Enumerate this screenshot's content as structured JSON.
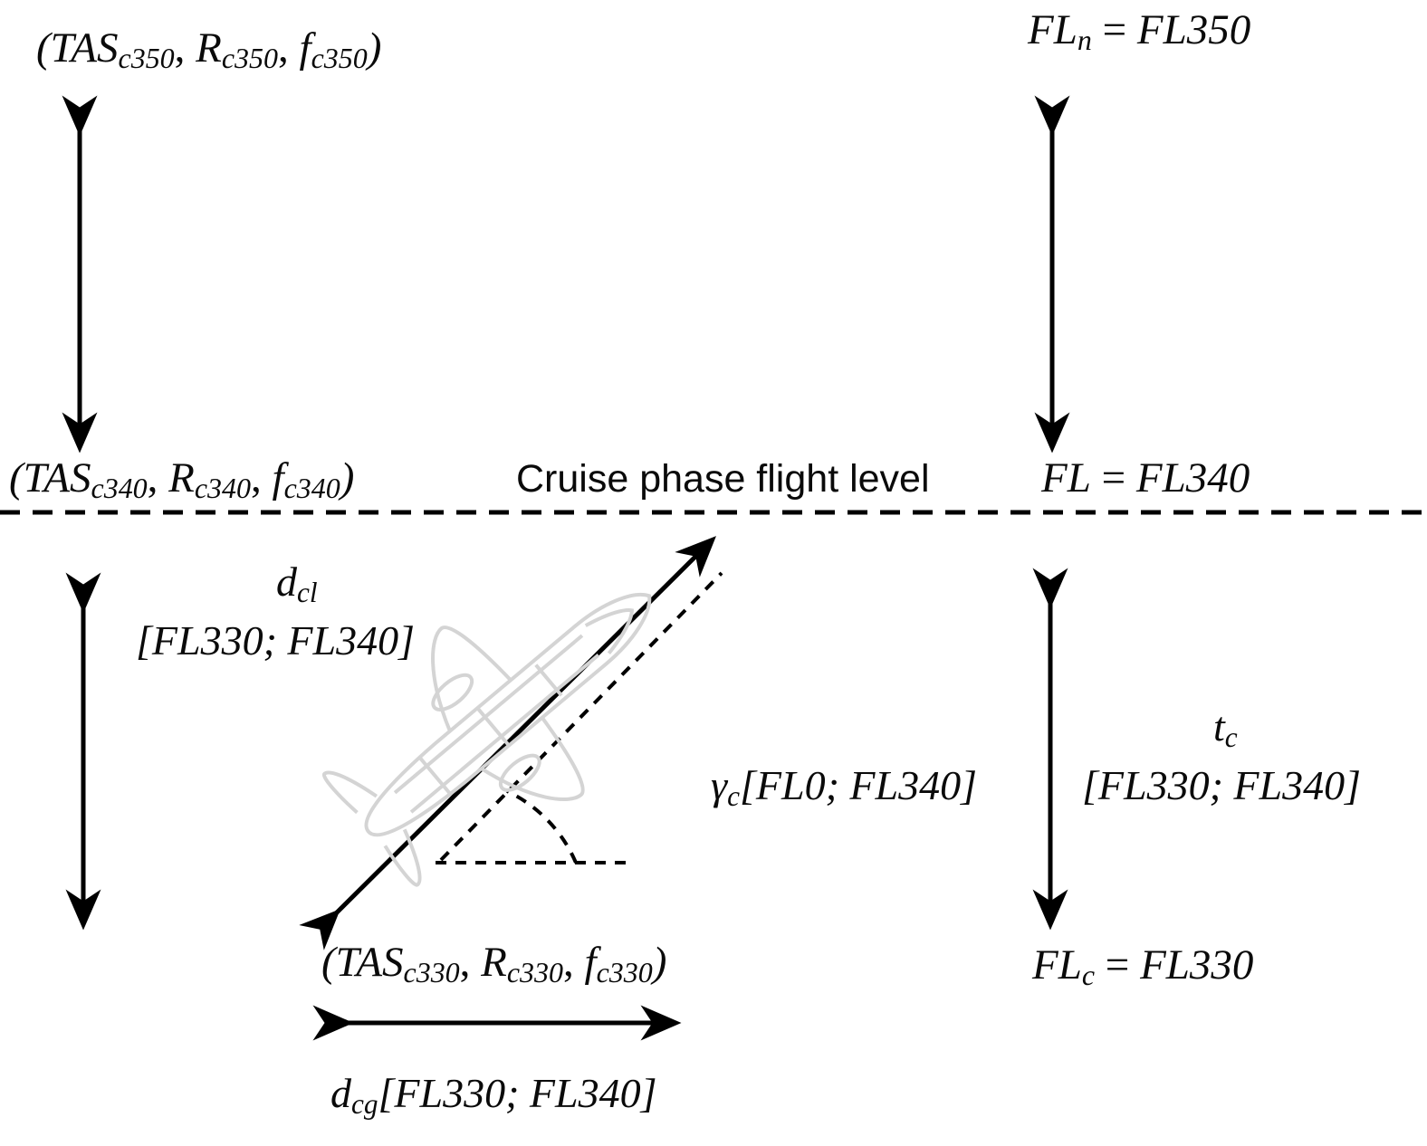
{
  "figure": {
    "type": "schematic-diagram",
    "title": "Cruise phase flight level step-climb schematic",
    "background_color": "#ffffff",
    "line_color": "#000000",
    "aircraft_color": "#d9d9d9"
  },
  "labels": {
    "top_left_tuple": {
      "prefix": "(",
      "tas": "TAS",
      "tas_sub": "c350",
      "comma1": ", ",
      "r": "R",
      "r_sub": "c350",
      "comma2": ", ",
      "f": "f",
      "f_sub": "c350",
      "suffix": ")"
    },
    "mid_left_tuple": {
      "prefix": "(",
      "tas": "TAS",
      "tas_sub": "c340",
      "comma1": ", ",
      "r": "R",
      "r_sub": "c340",
      "comma2": ", ",
      "f": "f",
      "f_sub": "c340",
      "suffix": ")"
    },
    "bottom_tuple": {
      "prefix": "(",
      "tas": "TAS",
      "tas_sub": "c330",
      "comma1": ", ",
      "r": "R",
      "r_sub": "c330",
      "comma2": ", ",
      "f": "f",
      "f_sub": "c330",
      "suffix": ")"
    },
    "fl_n": {
      "symbol": "FL",
      "sub": "n",
      "equals": " = ",
      "value": "FL350"
    },
    "fl": {
      "symbol": "FL",
      "sub": "",
      "equals": " = ",
      "value": "FL340"
    },
    "fl_c": {
      "symbol": "FL",
      "sub": "c",
      "equals": " = ",
      "value": "FL330"
    },
    "cruise_level_text": "Cruise phase flight level",
    "d_cl": {
      "symbol": "d",
      "sub": "cl",
      "range": "[FL330; FL340]"
    },
    "d_cg": {
      "symbol": "d",
      "sub": "cg",
      "range": "[FL330; FL340]"
    },
    "gamma_c": {
      "symbol": "γ",
      "sub": "c",
      "range": "[FL0; FL340]"
    },
    "t_c": {
      "symbol": "t",
      "sub": "c",
      "range": "[FL330; FL340]"
    }
  }
}
